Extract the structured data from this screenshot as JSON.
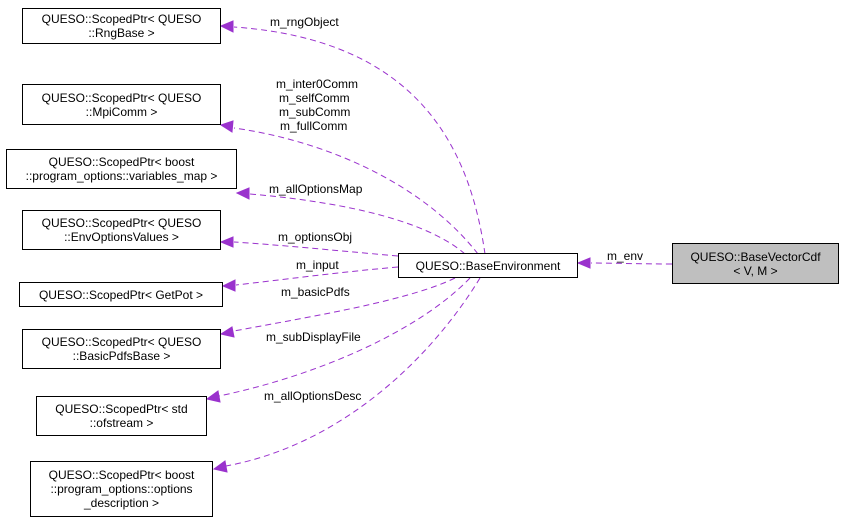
{
  "colors": {
    "edge": "#9a32cd",
    "highlight_fill": "#bfbfbf"
  },
  "nodes": {
    "rng": {
      "lines": [
        "QUESO::ScopedPtr< QUESO",
        "::RngBase >"
      ]
    },
    "mpi": {
      "lines": [
        "QUESO::ScopedPtr< QUESO",
        "::MpiComm >"
      ]
    },
    "varmap": {
      "lines": [
        "QUESO::ScopedPtr< boost",
        "::program_options::variables_map >"
      ]
    },
    "envopt": {
      "lines": [
        "QUESO::ScopedPtr< QUESO",
        "::EnvOptionsValues >"
      ]
    },
    "getpot": {
      "lines": [
        "QUESO::ScopedPtr< GetPot >"
      ]
    },
    "basicpdf": {
      "lines": [
        "QUESO::ScopedPtr< QUESO",
        "::BasicPdfsBase >"
      ]
    },
    "ofstream": {
      "lines": [
        "QUESO::ScopedPtr< std",
        "::ofstream >"
      ]
    },
    "optdesc": {
      "lines": [
        "QUESO::ScopedPtr< boost",
        "::program_options::options",
        "_description >"
      ]
    },
    "baseenv": {
      "lines": [
        "QUESO::BaseEnvironment"
      ]
    },
    "basevec": {
      "lines": [
        "QUESO::BaseVectorCdf",
        "< V, M >"
      ]
    }
  },
  "edge_labels": {
    "rng": [
      "m_rngObject"
    ],
    "mpi": [
      "m_inter0Comm",
      "m_selfComm",
      "m_subComm",
      "m_fullComm"
    ],
    "varmap": [
      "m_allOptionsMap"
    ],
    "envopt": [
      "m_optionsObj"
    ],
    "getpot": [
      "m_input"
    ],
    "basicpdf": [
      "m_basicPdfs"
    ],
    "ofstream": [
      "m_subDisplayFile"
    ],
    "optdesc": [
      "m_allOptionsDesc"
    ],
    "env": [
      "m_env"
    ]
  }
}
